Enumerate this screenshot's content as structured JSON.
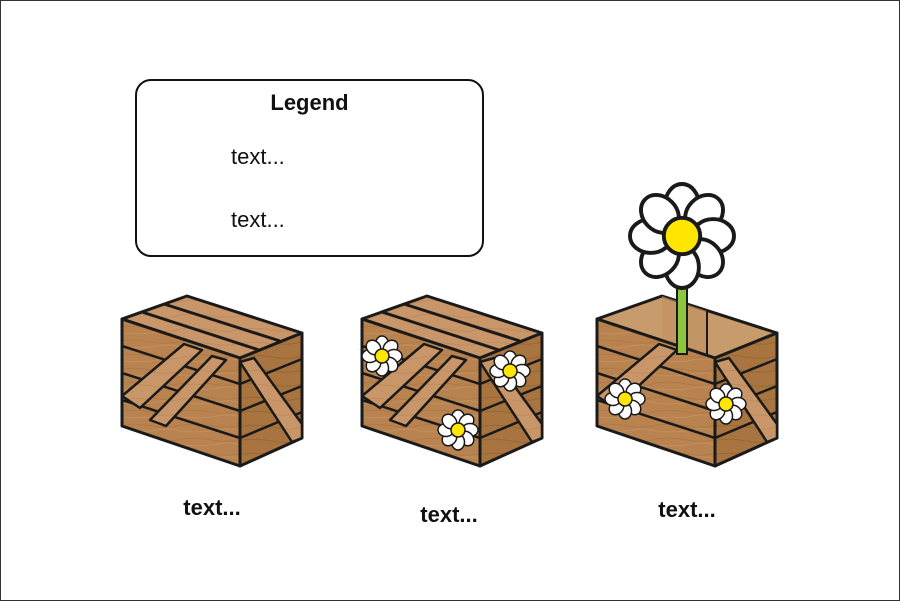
{
  "legend": {
    "title": "Legend",
    "items": [
      {
        "icon": "crate-icon",
        "text": "text..."
      },
      {
        "icon": "daisy-icon",
        "text": "text..."
      }
    ]
  },
  "stages": [
    {
      "label": "text...",
      "icon": "closed-crate-icon"
    },
    {
      "label": "text...",
      "icon": "crate-with-daisies-icon"
    },
    {
      "label": "text...",
      "icon": "open-crate-with-flower-icon"
    }
  ],
  "colors": {
    "wood": "#b8834f",
    "wood_dark": "#8b5e34",
    "plank_light": "#d3a774",
    "outline": "#1a1a1a",
    "petal": "#ffffff",
    "flower_center": "#ffe600",
    "stem": "#8dc63f"
  }
}
